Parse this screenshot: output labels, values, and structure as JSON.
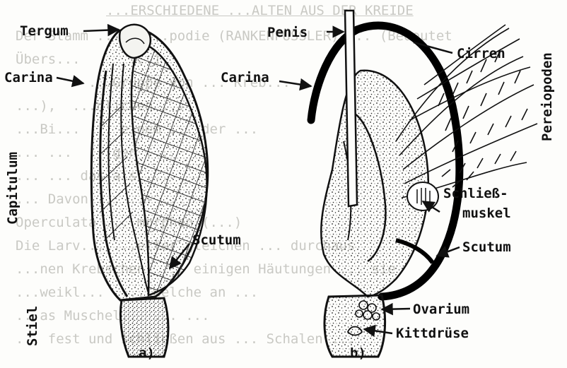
{
  "header_text": "...ERSCHIEDENE ...ALTEN AUS DER KREIDE",
  "background_lines": [
    "Der Stamm ...rre...podie (RANKENFÜSSLER) ... (Bedeutet",
    "Übers...      ...)",
    "         ...Gruppe von ... Kreb...",
    "...),  ...nlichen ...",
    "...Bi... ... einem ... der ... ",
    "... ...  ...gen ...",
    "... ... das als ...",
    "... Davon ... ... ...",
    "Operculata ... morphen (...)",
    "Die Larv... ...eiter gleichen ... durchaus",
    "...nen Krebschen. ... einigen Häutungen ... sie",
    "...weikl...  ... welche an ...",
    "...as Muschel... ... ...",
    "... fest und schließen aus ... Schalen ..."
  ],
  "figure_a": {
    "caption": "a)",
    "labels": {
      "tergum": "Tergum",
      "carina": "Carina",
      "scutum": "Scutum",
      "capitulum": "Capitulum",
      "stiel": "Stiel"
    }
  },
  "figure_b": {
    "caption": "b)",
    "labels": {
      "penis": "Penis",
      "carina": "Carina",
      "cirren": "Cirren",
      "pereiopoden": "Pereiopoden",
      "schliessmuskel_1": "Schließ-",
      "schliessmuskel_2": "muskel",
      "scutum": "Scutum",
      "ovarium": "Ovarium",
      "kittdruese": "Kittdrüse"
    }
  },
  "colors": {
    "ink": "#111111",
    "paper": "#fdfdfb",
    "ghost_text": "#c9c9c4"
  }
}
